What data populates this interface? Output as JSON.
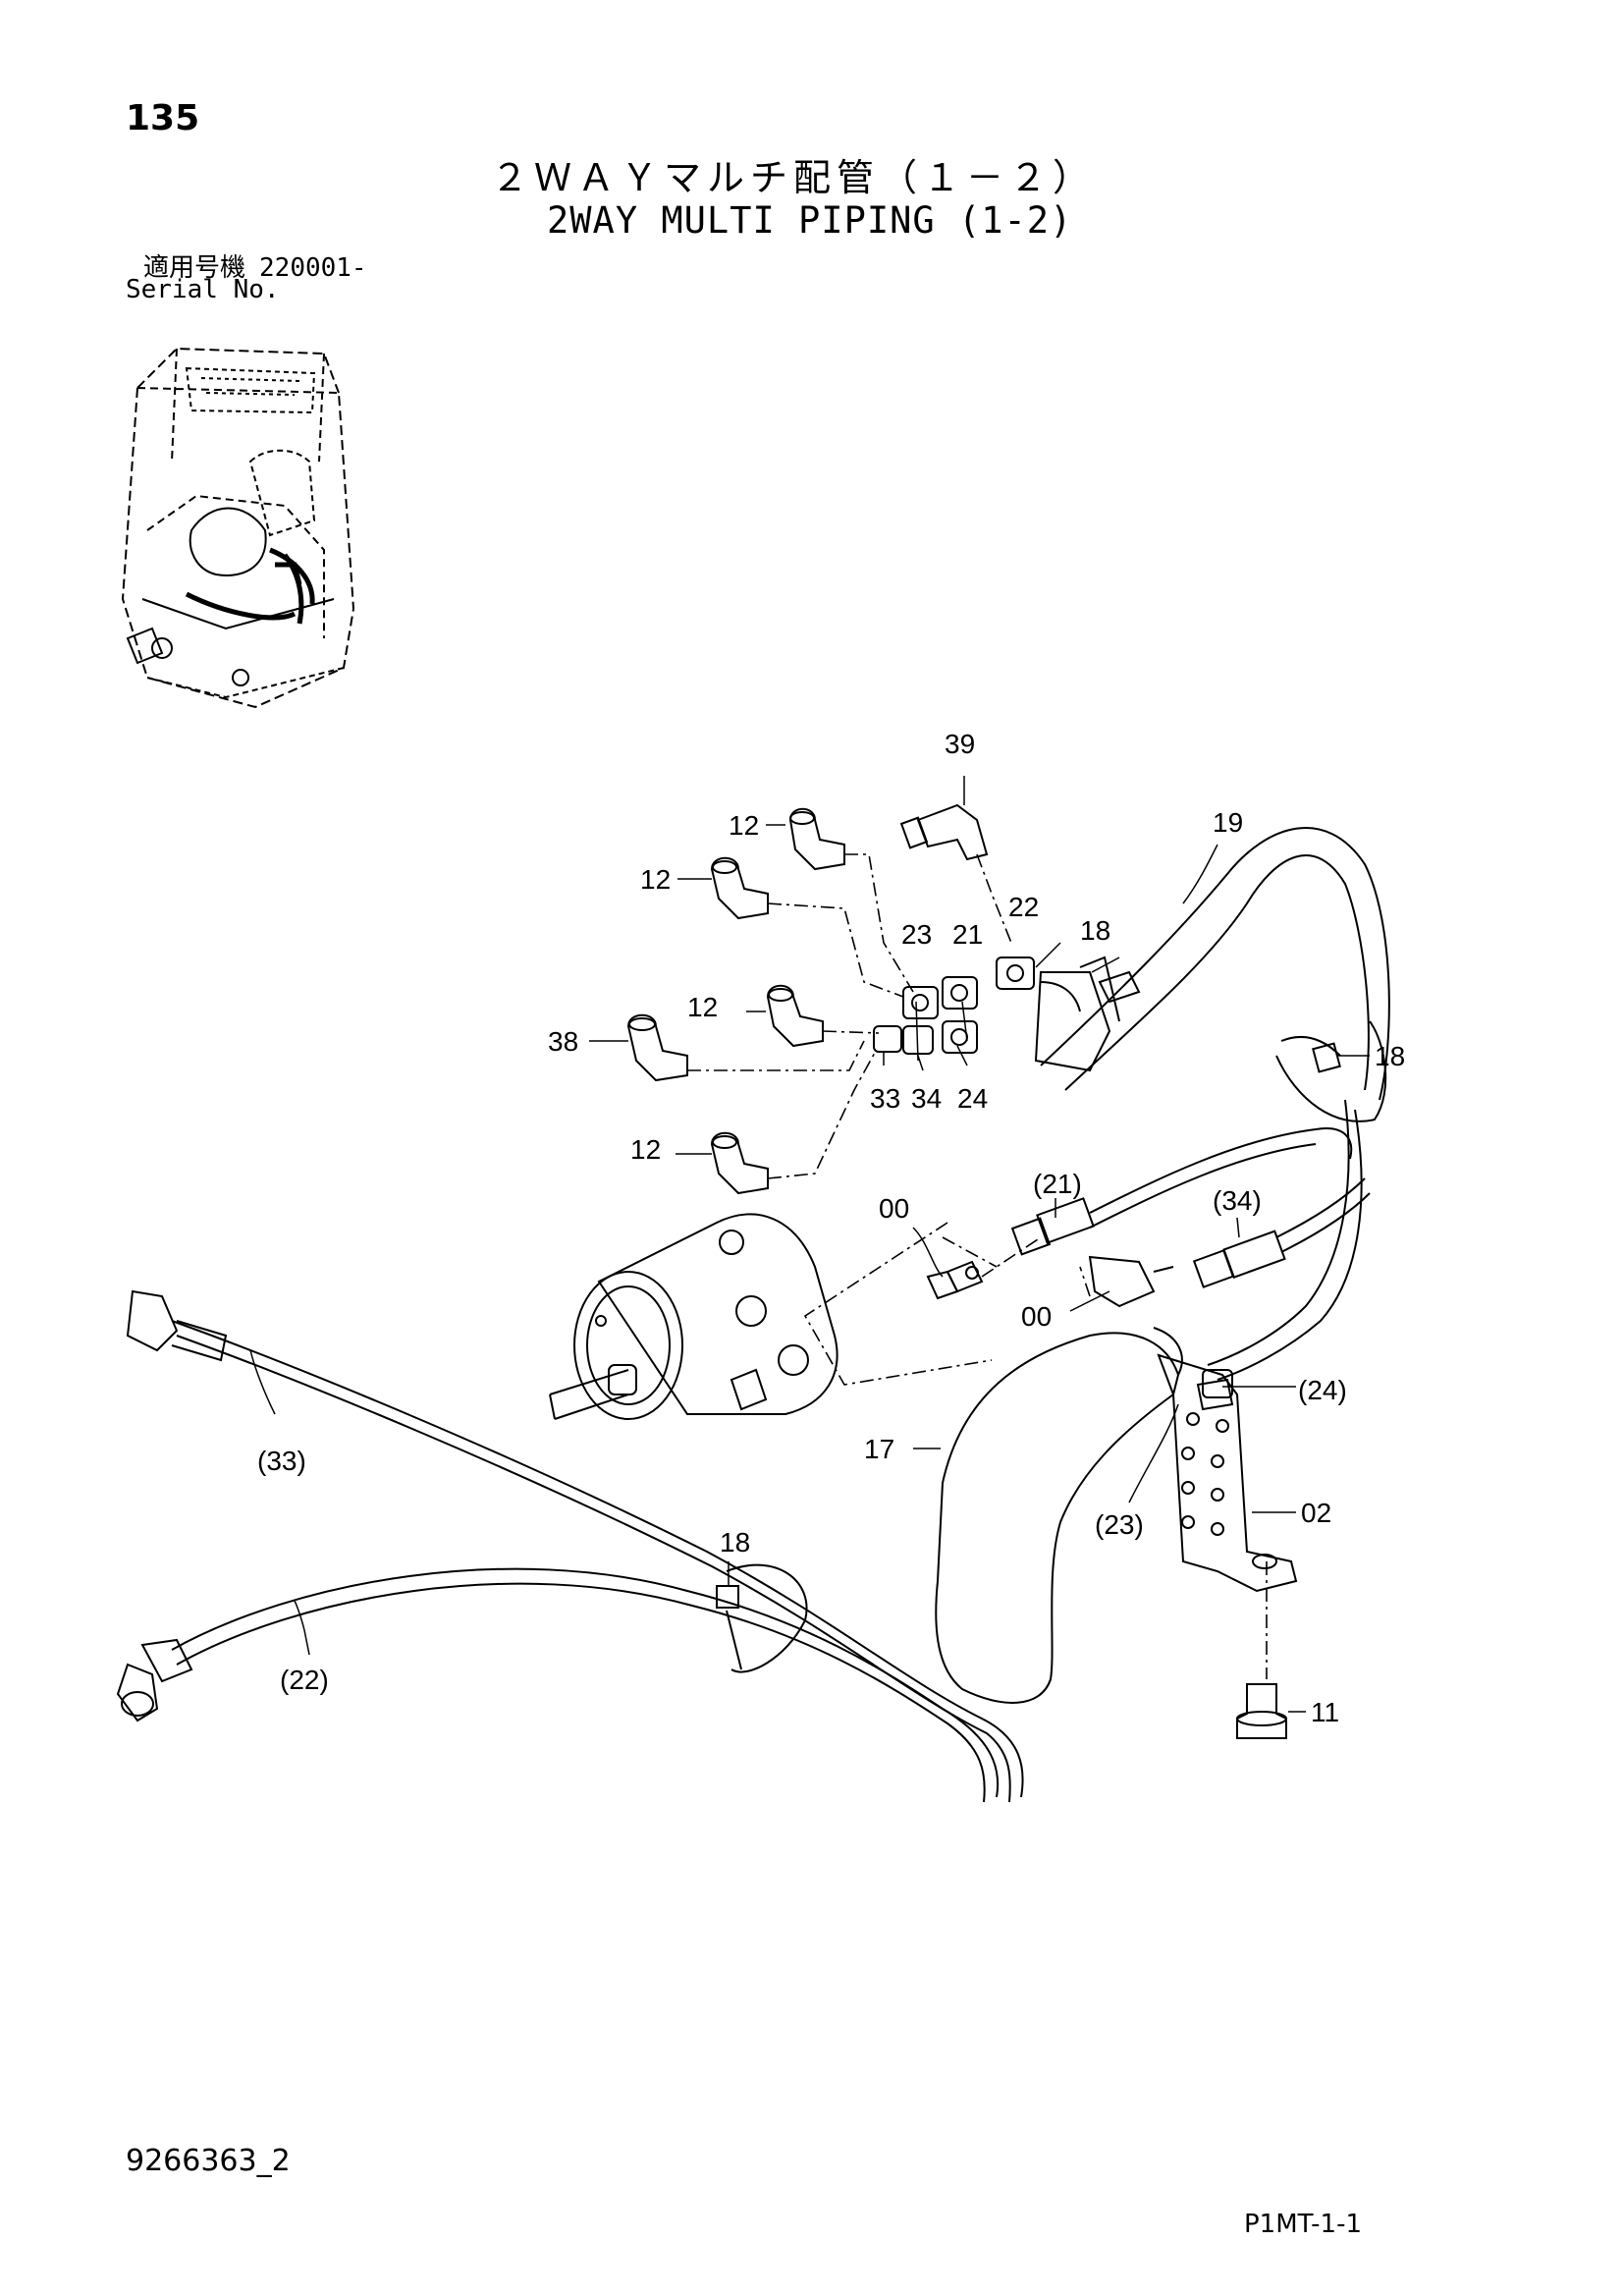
{
  "header": {
    "page_number": "135",
    "title_jp": "２ＷＡＹマルチ配管（１－２）",
    "title_en": "2WAY MULTI PIPING (1-2)"
  },
  "serial": {
    "label_jp": "適用号機",
    "value": "220001-",
    "label_en": "Serial No."
  },
  "footer": {
    "document_number": "9266363_2",
    "page_code": "P1MT-1-1"
  },
  "callouts": [
    {
      "id": "39",
      "label": "39"
    },
    {
      "id": "12a",
      "label": "12"
    },
    {
      "id": "19",
      "label": "19"
    },
    {
      "id": "12b",
      "label": "12"
    },
    {
      "id": "23",
      "label": "23"
    },
    {
      "id": "21",
      "label": "21"
    },
    {
      "id": "22",
      "label": "22"
    },
    {
      "id": "18a",
      "label": "18"
    },
    {
      "id": "12c",
      "label": "12"
    },
    {
      "id": "38",
      "label": "38"
    },
    {
      "id": "18b",
      "label": "18"
    },
    {
      "id": "33",
      "label": "33"
    },
    {
      "id": "34",
      "label": "34"
    },
    {
      "id": "24",
      "label": "24"
    },
    {
      "id": "12d",
      "label": "12"
    },
    {
      "id": "p21",
      "label": "(21)"
    },
    {
      "id": "p34",
      "label": "(34)"
    },
    {
      "id": "00a",
      "label": "00"
    },
    {
      "id": "00b",
      "label": "00"
    },
    {
      "id": "p24",
      "label": "(24)"
    },
    {
      "id": "p33",
      "label": "(33)"
    },
    {
      "id": "17",
      "label": "17"
    },
    {
      "id": "02",
      "label": "02"
    },
    {
      "id": "p23",
      "label": "(23)"
    },
    {
      "id": "18c",
      "label": "18"
    },
    {
      "id": "p22",
      "label": "(22)"
    },
    {
      "id": "11",
      "label": "11"
    }
  ]
}
